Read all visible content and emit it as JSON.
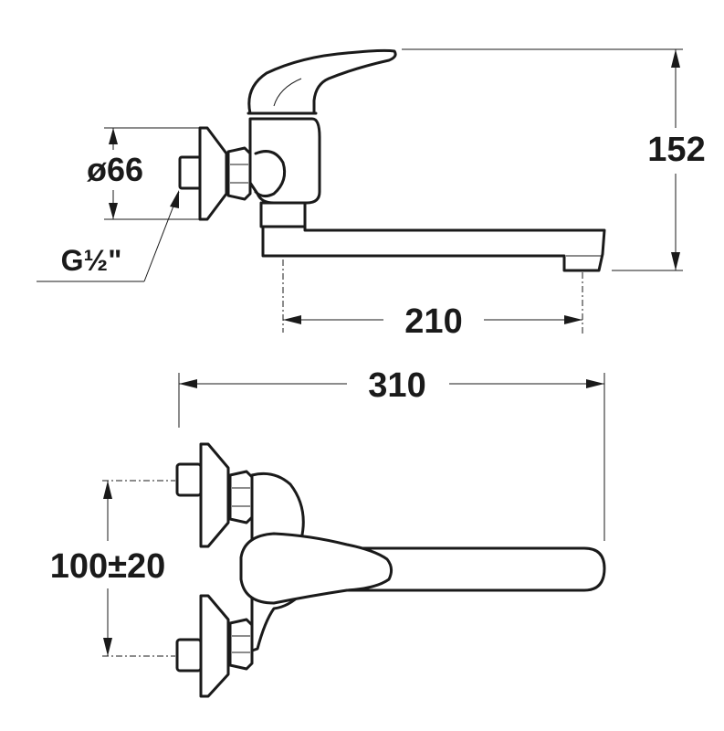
{
  "dimensions": {
    "height": "152",
    "spout_reach": "210",
    "overall_length": "310",
    "rosette_diameter": "ø66",
    "thread": "G½\"",
    "center_distance": "100±20"
  },
  "colors": {
    "line": "#1a1a1a",
    "background": "#ffffff"
  }
}
